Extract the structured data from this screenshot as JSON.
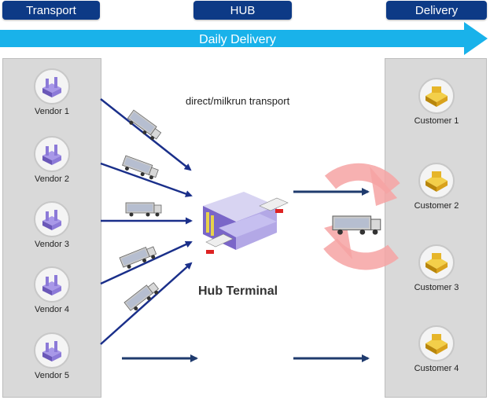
{
  "headers": {
    "transport": "Transport",
    "hub": "HUB",
    "delivery": "Delivery"
  },
  "banner": "Daily Delivery",
  "vendors": [
    "Vendor 1",
    "Vendor 2",
    "Vendor 3",
    "Vendor 4",
    "Vendor 5"
  ],
  "customers": [
    "Customer 1",
    "Customer 2",
    "Customer 3",
    "Customer 4"
  ],
  "transport_label": "direct/milkrun transport",
  "hub_label": "Hub Terminal",
  "colors": {
    "header_bg": "#0d3a86",
    "banner": "#19b2ea",
    "arrow": "#1a2f8a",
    "cycle": "#f6a3a3",
    "vendor_icon": "#7a66c8",
    "customer_icon": "#e0a820"
  },
  "icons": {
    "vendor": "factory-icon",
    "customer": "package-icon",
    "truck": "truck-icon",
    "hub": "hub-building-icon"
  }
}
